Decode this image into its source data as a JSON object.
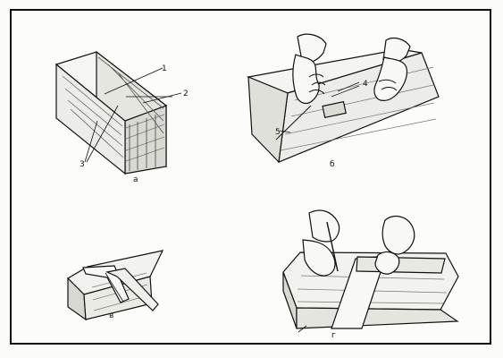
{
  "figure": {
    "panels": [
      {
        "id": "a",
        "letter": "а"
      },
      {
        "id": "b",
        "letter": "б"
      },
      {
        "id": "v",
        "letter": "в"
      },
      {
        "id": "g",
        "letter": "г"
      }
    ],
    "callouts": {
      "a_1": "1",
      "a_2": "2",
      "a_3": "3",
      "b_4": "4",
      "b_5": "5"
    }
  }
}
